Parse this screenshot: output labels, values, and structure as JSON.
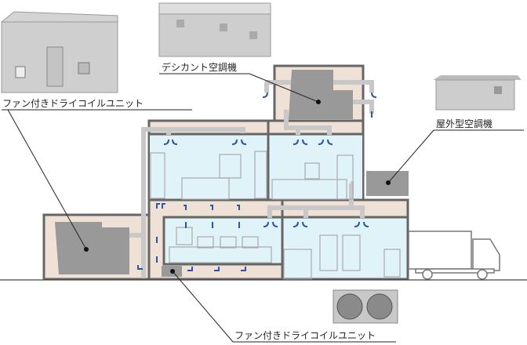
{
  "labels": {
    "fan_coil_top": "ファン付きドライコイルユニット",
    "desiccant": "デシカント空調機",
    "outdoor_ahu": "屋外型空調機",
    "fan_coil_bottom": "ファン付きドライコイルユニット"
  },
  "colors": {
    "plenum": "#efe1d5",
    "room": "#e0f3f9",
    "wall": "#666666",
    "duct": "#c8c8c8",
    "unit": "#999999",
    "arrow": "#2d55a5"
  }
}
